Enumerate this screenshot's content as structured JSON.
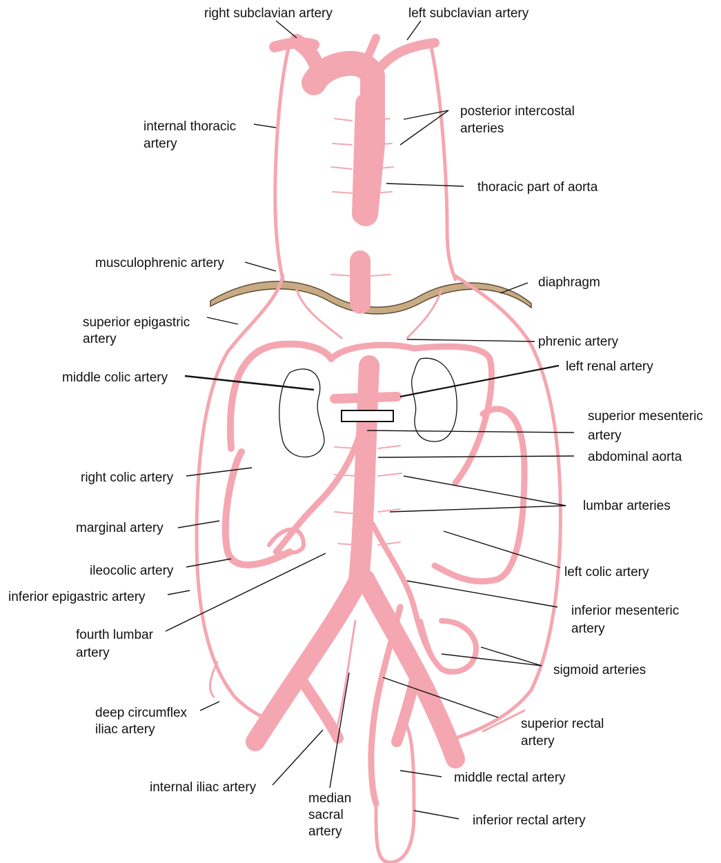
{
  "colors": {
    "artery": "#f4a7b1",
    "diaphragm": "#c8ab83",
    "leader": "#111111"
  },
  "labels": {
    "right_subclavian": "right subclavian artery",
    "left_subclavian": "left subclavian artery",
    "internal_thoracic_1": "internal thoracic",
    "internal_thoracic_2": "artery",
    "posterior_intercostal_1": "posterior intercostal",
    "posterior_intercostal_2": "arteries",
    "thoracic_aorta": "thoracic part of aorta",
    "musculophrenic": "musculophrenic artery",
    "diaphragm": "diaphragm",
    "superior_epigastric_1": "superior epigastric",
    "superior_epigastric_2": "artery",
    "phrenic": "phrenic artery",
    "middle_colic": "middle colic artery",
    "left_renal": "left renal artery",
    "superior_mesenteric_1": "superior mesenteric",
    "superior_mesenteric_2": "artery",
    "abdominal_aorta": "abdominal aorta",
    "right_colic": "right colic artery",
    "lumbar": "lumbar arteries",
    "marginal": "marginal artery",
    "ileocolic": "ileocolic artery",
    "left_colic": "left colic artery",
    "inferior_epigastric": "inferior epigastric artery",
    "inferior_mesenteric_1": "inferior mesenteric",
    "inferior_mesenteric_2": "artery",
    "fourth_lumbar_1": "fourth lumbar",
    "fourth_lumbar_2": "artery",
    "sigmoid": "sigmoid arteries",
    "deep_circumflex_1": "deep circumflex",
    "deep_circumflex_2": "iliac artery",
    "superior_rectal_1": "superior rectal",
    "superior_rectal_2": "artery",
    "internal_iliac": "internal iliac artery",
    "middle_rectal": "middle rectal artery",
    "median_sacral_1": "median",
    "median_sacral_2": "sacral",
    "median_sacral_3": "artery",
    "inferior_rectal": "inferior rectal artery"
  }
}
